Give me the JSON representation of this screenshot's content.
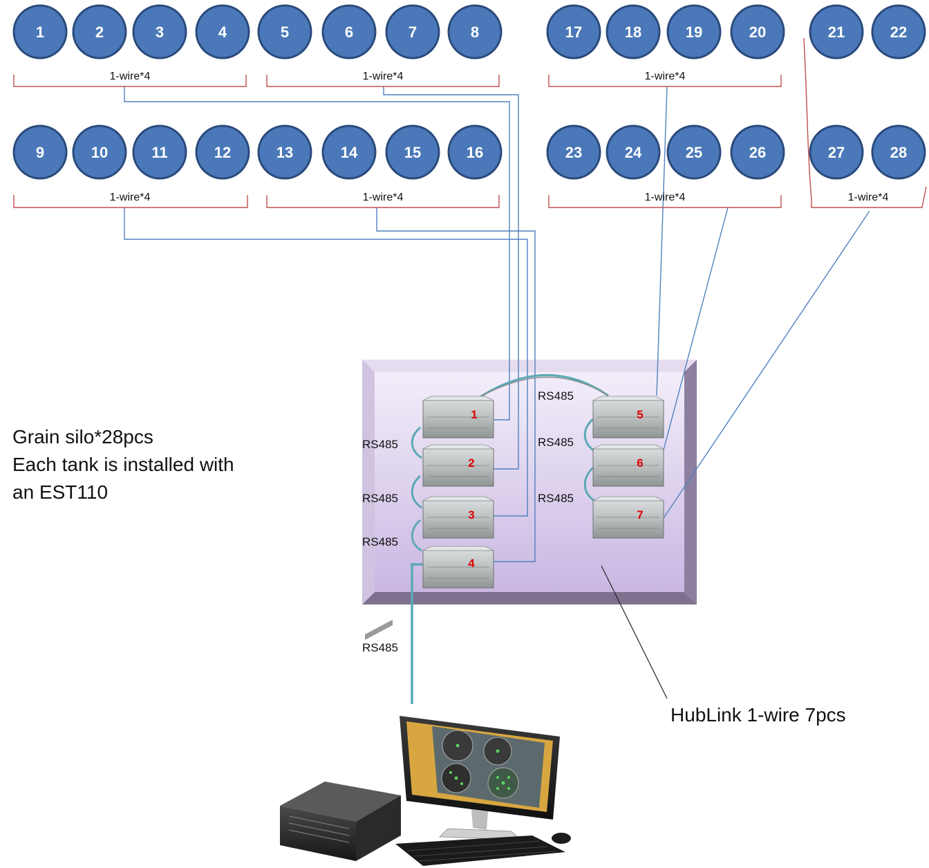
{
  "silos": {
    "row1": [
      "1",
      "2",
      "3",
      "4",
      "5",
      "6",
      "7",
      "8",
      "17",
      "18",
      "19",
      "20",
      "21",
      "22"
    ],
    "row2": [
      "9",
      "10",
      "11",
      "12",
      "13",
      "14",
      "15",
      "16",
      "23",
      "24",
      "25",
      "26",
      "27",
      "28"
    ],
    "fill_color": "#4a78b8",
    "border_color": "#2a4a7c"
  },
  "group_label": "1-wire*4",
  "bus_label": "RS485",
  "hubs": [
    "1",
    "2",
    "3",
    "4",
    "5",
    "6",
    "7"
  ],
  "description": {
    "line1": "Grain silo*28pcs",
    "line2": "Each tank is installed with",
    "line3": "an EST110"
  },
  "hub_caption": "HubLink 1-wire 7pcs",
  "colors": {
    "bracket": "#c0504d",
    "wire": "#4f81bd",
    "rs485_cable": "#5aa9b5",
    "panel": "#ddd0ec",
    "hub_number": "#e00000"
  },
  "icons": {
    "hub_device": "hublink-device-icon",
    "computer": "computer-workstation-icon"
  }
}
